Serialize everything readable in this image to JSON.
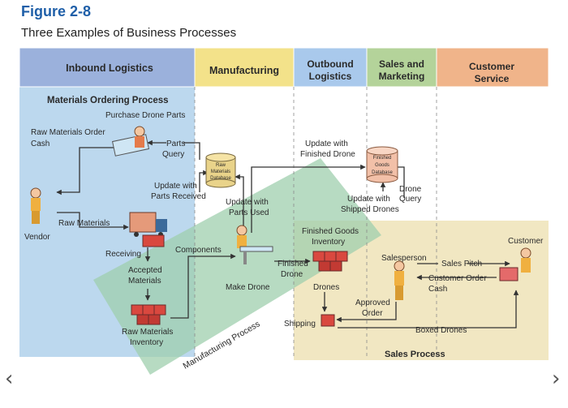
{
  "figure": {
    "title": "Figure 2-8",
    "subtitle": "Three Examples of Business Processes"
  },
  "headers": {
    "inbound": "Inbound Logistics",
    "manufacturing": "Manufacturing",
    "outbound_l1": "Outbound",
    "outbound_l2": "Logistics",
    "sales_l1": "Sales and",
    "sales_l2": "Marketing",
    "service_l1": "Customer",
    "service_l2": "Service"
  },
  "labels": {
    "materials_ordering": "Materials Ordering Process",
    "purchase_drone_parts": "Purchase Drone Parts",
    "raw_materials_order": "Raw Materials Order",
    "cash": "Cash",
    "parts": "Parts",
    "query": "Query",
    "update_with_l1": "Update with",
    "parts_received": "Parts Received",
    "raw_db_l1": "Raw",
    "raw_db_l2": "Materials",
    "raw_db_l3": "Database",
    "update_with_l2": "Update with",
    "parts_used": "Parts Used",
    "update_with_l3": "Update with",
    "finished_drone": "Finished Drone",
    "fg_db_l1": "Finished",
    "fg_db_l2": "Goods",
    "fg_db_l3": "Database",
    "drone": "Drone",
    "update_with_l4": "Update with",
    "query2": "Query",
    "shipped_drones": "Shipped Drones",
    "vendor": "Vendor",
    "raw_materials": "Raw Materials",
    "receiving": "Receiving",
    "components": "Components",
    "accepted_l1": "Accepted",
    "accepted_l2": "Materials",
    "raw_inv_l1": "Raw Materials",
    "raw_inv_l2": "Inventory",
    "make_drone": "Make Drone",
    "finished_drone_l1": "Finished",
    "finished_drone_l2": "Drone",
    "fg_inv_l1": "Finished Goods",
    "fg_inv_l2": "Inventory",
    "drones": "Drones",
    "shipping": "Shipping",
    "manufacturing_process": "Manufacturing Process",
    "salesperson": "Salesperson",
    "sales_pitch": "Sales Pitch",
    "customer_order": "Customer Order",
    "cash2": "Cash",
    "customer": "Customer",
    "approved_l1": "Approved",
    "approved_l2": "Order",
    "boxed_drones": "Boxed Drones",
    "sales_process": "Sales Process"
  },
  "nav": {
    "prev": "‹",
    "next": "›"
  },
  "colors": {
    "inbound": "#9bb1dc",
    "manufacturing": "#f3e28a",
    "outbound": "#a9c9ec",
    "sales": "#b4d39a",
    "service": "#f0b48a",
    "blue_region": "#bcd8ee",
    "tan_region": "#f1e7c2",
    "green_band": "#9fcfae"
  }
}
